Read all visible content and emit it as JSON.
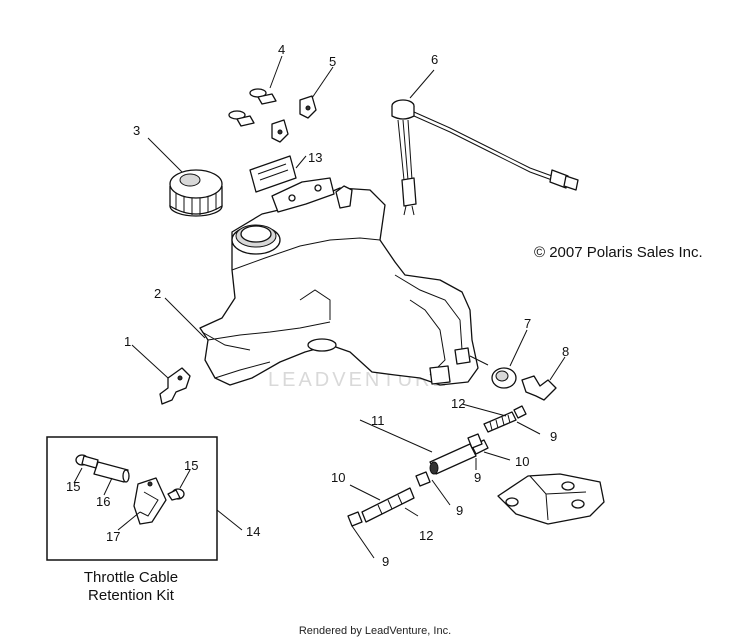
{
  "callouts": {
    "c1": "1",
    "c2": "2",
    "c3": "3",
    "c4": "4",
    "c5": "5",
    "c6": "6",
    "c7": "7",
    "c8": "8",
    "c9a": "9",
    "c9b": "9",
    "c9c": "9",
    "c9d": "9",
    "c10a": "10",
    "c10b": "10",
    "c11": "11",
    "c12a": "12",
    "c12b": "12",
    "c13": "13",
    "c14": "14",
    "c15a": "15",
    "c15b": "15",
    "c16": "16",
    "c17": "17"
  },
  "kit": {
    "title_line1": "Throttle Cable",
    "title_line2": "Retention Kit"
  },
  "copyright": "© 2007 Polaris Sales Inc.",
  "watermark": "LEADVENTURE",
  "footer": "Rendered by LeadVenture, Inc."
}
